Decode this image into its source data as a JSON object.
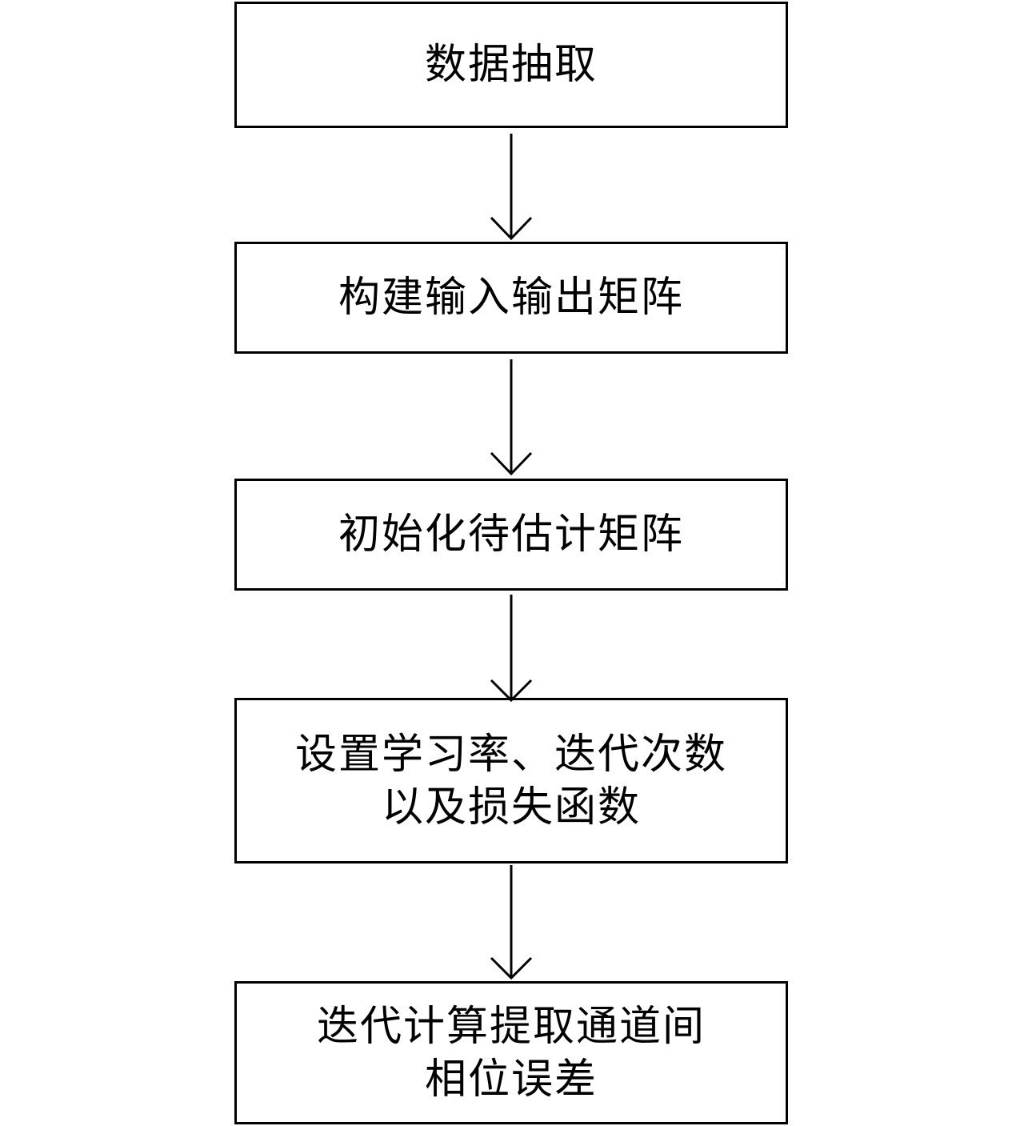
{
  "diagram": {
    "type": "flowchart",
    "direction": "top-to-bottom",
    "nodes": [
      {
        "id": "n1",
        "lines": [
          "数据抽取"
        ]
      },
      {
        "id": "n2",
        "lines": [
          "构建输入输出矩阵"
        ]
      },
      {
        "id": "n3",
        "lines": [
          "初始化待估计矩阵"
        ]
      },
      {
        "id": "n4",
        "lines": [
          "设置学习率、迭代次数",
          "以及损失函数"
        ]
      },
      {
        "id": "n5",
        "lines": [
          "迭代计算提取通道间",
          "相位误差"
        ]
      }
    ],
    "edges": [
      {
        "from": "n1",
        "to": "n2"
      },
      {
        "from": "n2",
        "to": "n3"
      },
      {
        "from": "n3",
        "to": "n4"
      },
      {
        "from": "n4",
        "to": "n5"
      }
    ],
    "colors": {
      "stroke": "#000000",
      "background": "#ffffff",
      "text": "#000000"
    }
  }
}
